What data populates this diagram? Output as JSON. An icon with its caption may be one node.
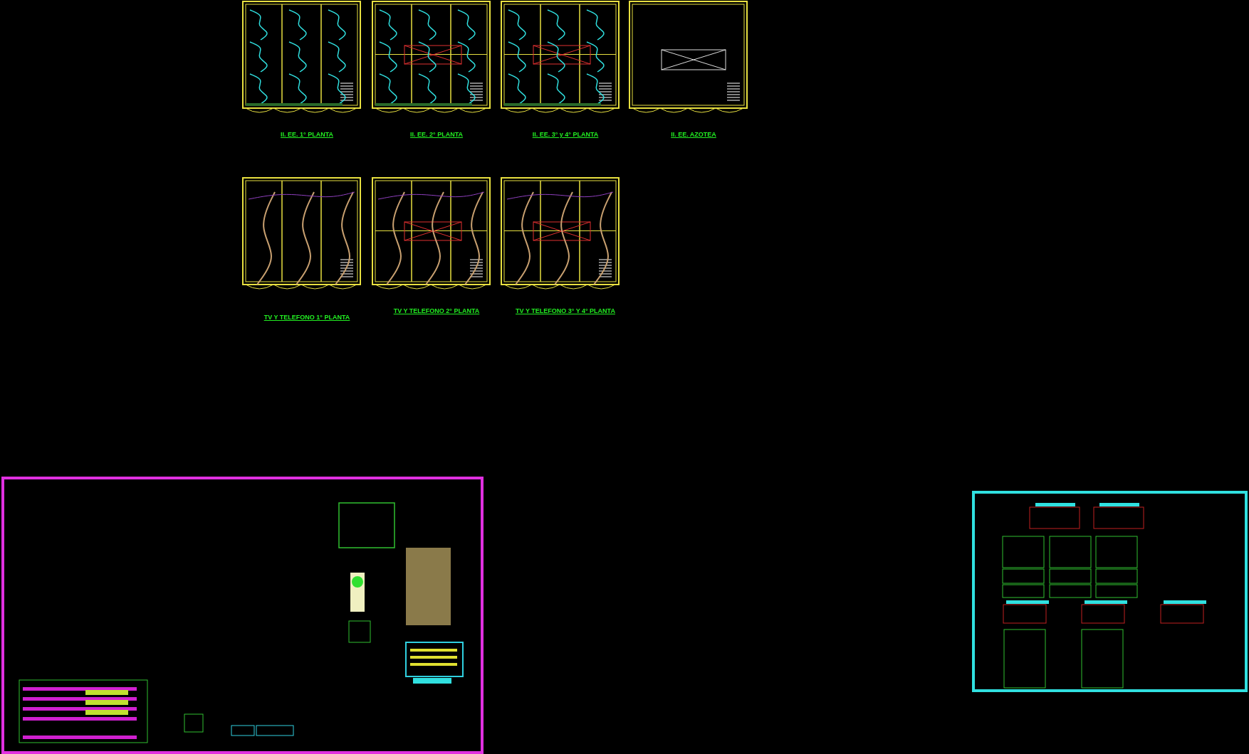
{
  "diagram": {
    "labels": [
      "II. EE. 1° PLANTA",
      "II. EE. 2° PLANTA",
      "II. EE. 3° y 4° PLANTA",
      "II. EE. AZOTEA",
      "TV Y TELEFONO 1° PLANTA",
      "TV Y TELEFONO 2° PLANTA",
      "TV Y TELEFONO 3° Y 4° PLANTA"
    ]
  }
}
